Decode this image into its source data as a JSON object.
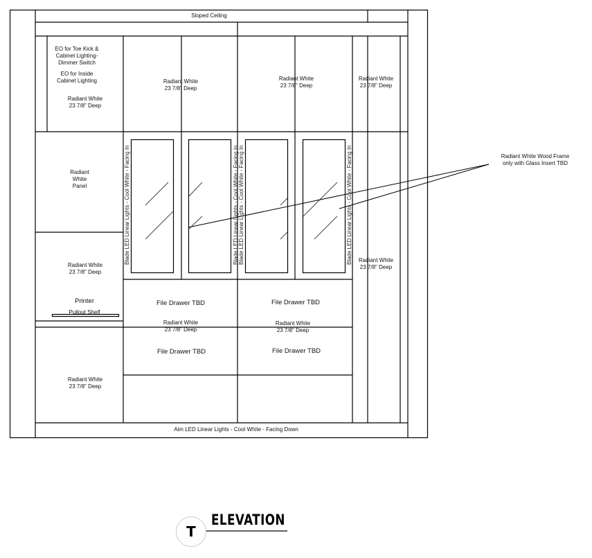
{
  "top": {
    "sloped_ceiling": "Sloped Ceiling"
  },
  "upper": {
    "eo_toe_kick": [
      "EO for Toe Kick &",
      "Cabinet Lighting-",
      "Dimmer Switch"
    ],
    "eo_inside": [
      "EO for Inside",
      "Cabinet Lighting"
    ],
    "finish": "Radiant White",
    "depth": "23 7/8\" Deep"
  },
  "middle": {
    "panel": [
      "Radiant",
      "White",
      "Panel"
    ],
    "blade_lights": "Blade LED Linear Lights - Cool White - Facing In",
    "finish": "Radiant White",
    "depth": "23 7/8\" Deep"
  },
  "lower": {
    "printer": "Printer",
    "pullout_shelf": "Pullout Shelf",
    "file_drawer": "File Drawer TBD",
    "finish": "Radiant White",
    "depth": "23 7/8\" Deep"
  },
  "bottom": {
    "aim_lights": "Aim LED Linear Lights - Cool White - Facing Down"
  },
  "callout": [
    "Radiant White Wood Frame",
    "only with Glass Insert TBD"
  ],
  "label": {
    "tag": "T",
    "title": "ELEVATION"
  }
}
